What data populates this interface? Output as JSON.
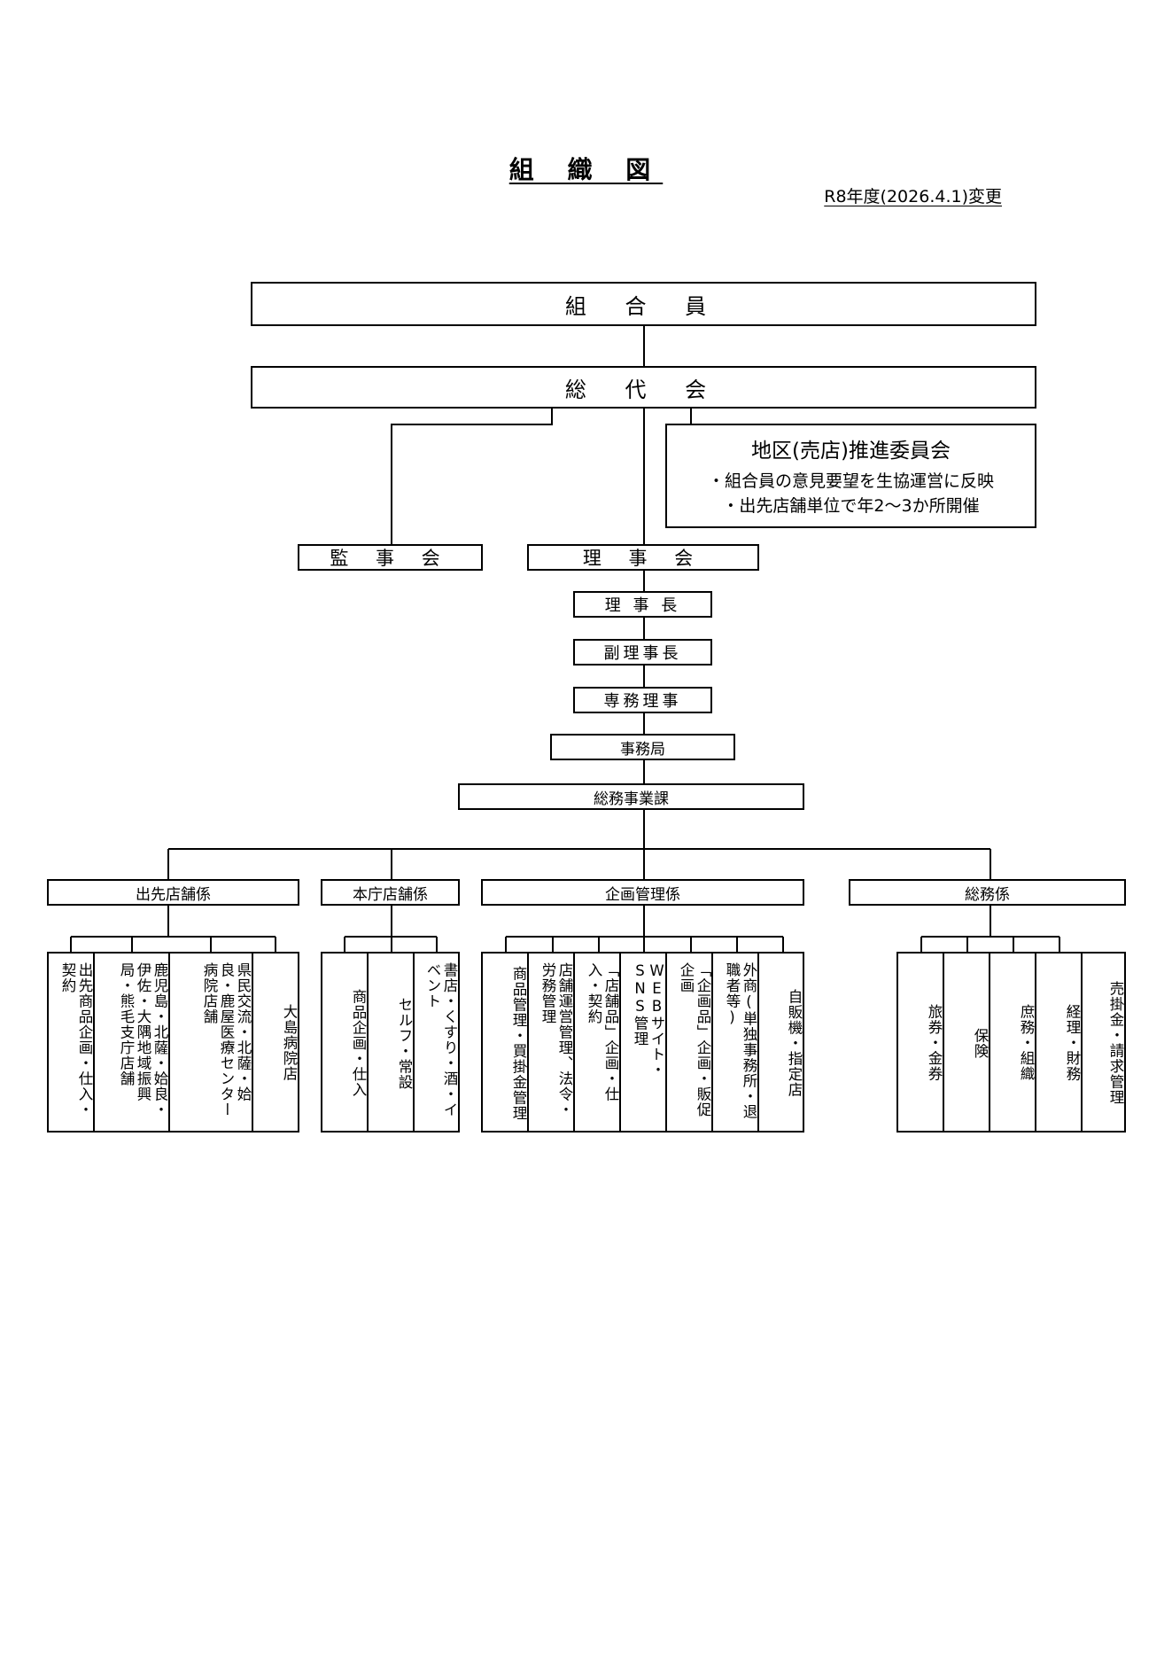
{
  "title": "組 織 図",
  "revision": "R8年度(2026.4.1)変更",
  "nodes": {
    "members": "組 合 員",
    "general_assembly": "総 代 会",
    "district_committee": {
      "title": "地区(売店)推進委員会",
      "lines": [
        "・組合員の意見要望を生協運営に反映",
        "・出先店舗単位で年2〜3か所開催"
      ]
    },
    "auditors": "監 事 会",
    "board": "理 事 会",
    "chairman": "理 事 長",
    "vice_chairman": "副理事長",
    "managing_director": "専務理事",
    "secretariat": "事務局",
    "general_affairs_division": "総務事業課"
  },
  "sections": [
    {
      "name": "出先店舗係",
      "units": [
        "出先商品企画・仕入・契約",
        "鹿児島・北薩・姶良・伊佐・大隅地域振興局・熊毛支庁店舗",
        "県民交流・北薩・姶良・鹿屋医療センター病院店舗",
        "大島病院店"
      ]
    },
    {
      "name": "本庁店舗係",
      "units": [
        "商品企画・仕入",
        "セルフ・常設",
        "書店・くすり・酒・イベント"
      ]
    },
    {
      "name": "企画管理係",
      "units": [
        "商品管理・買掛金管理",
        "店舗運営管理、法令・労務管理",
        "「店舗品」企画・仕入・契約",
        "WEBサイト・SNS管理",
        "「企画品」企画・販促企画",
        "外商(単独事務所・退職者等)",
        "自販機・指定店"
      ]
    },
    {
      "name": "総務係",
      "units": [
        "旅券・金券",
        "保険",
        "庶務・組織",
        "経理・財務",
        "売掛金・請求管理"
      ]
    }
  ]
}
